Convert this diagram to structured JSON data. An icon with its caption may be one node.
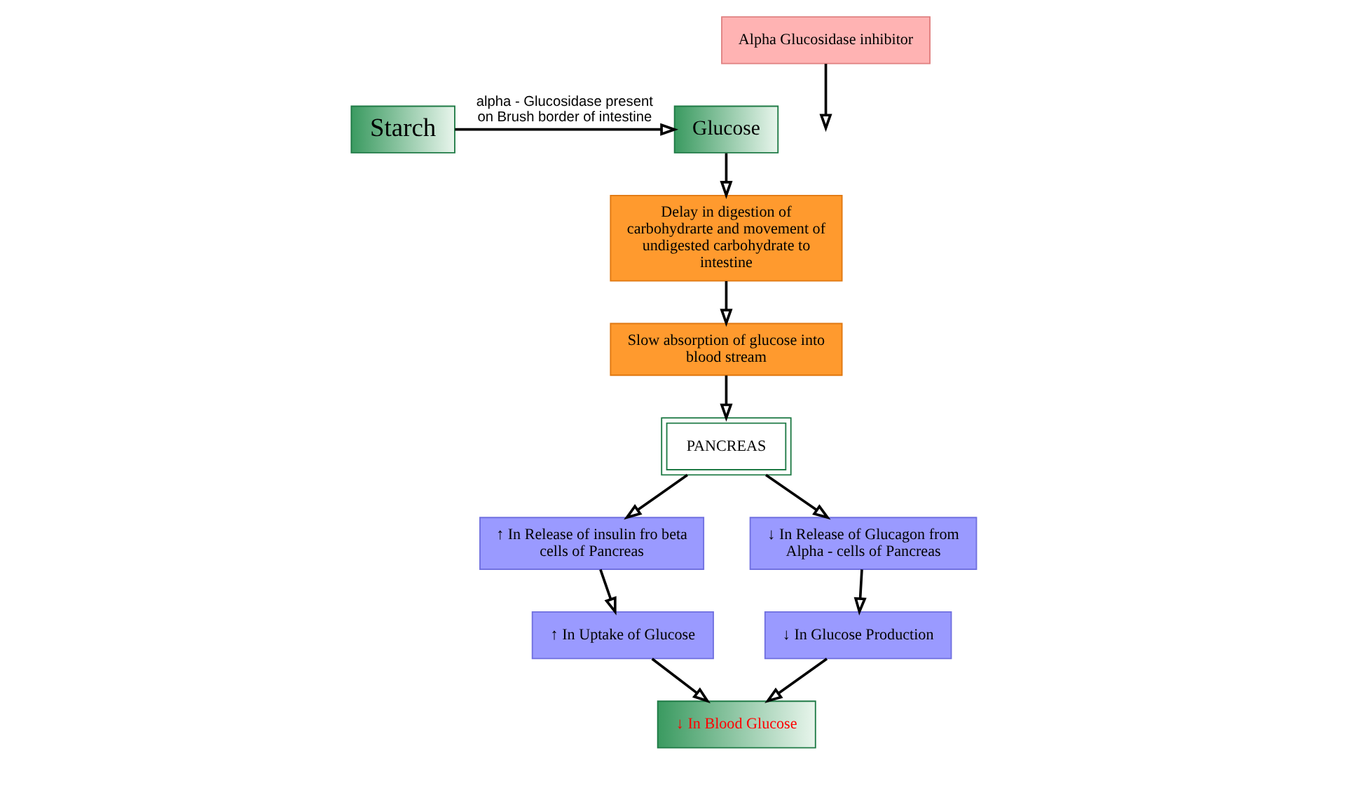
{
  "diagram": {
    "nodes": [
      {
        "text": [
          "Starch"
        ]
      },
      {
        "text": [
          "Glucose"
        ]
      },
      {
        "text": [
          "Alpha Glucosidase inhibitor"
        ]
      },
      {
        "text": [
          "Delay in digestion of carbohydrarte and movement of undigested carbohydrate to intestine"
        ]
      },
      {
        "text": [
          "Slow absorption of glucose into blood stream"
        ]
      },
      {
        "text": [
          "PANCREAS"
        ]
      },
      {
        "text": [
          "↑ In Release of insulin fro beta cells of Pancreas"
        ]
      },
      {
        "text": [
          "↓ In Release of Glucagon from Alpha - cells of Pancreas"
        ]
      },
      {
        "text": [
          "↑ In Uptake of Glucose"
        ]
      },
      {
        "text": [
          "↓ In Glucose Production"
        ]
      },
      {
        "text": [
          "↓ In Blood Glucose"
        ]
      }
    ],
    "edges": [
      {
        "from": 0,
        "to": 1,
        "arrow": "to",
        "label": "alpha - Glucosidase present on Brush border of intestine"
      },
      {
        "from": 2,
        "to": null,
        "arrow": "to"
      },
      {
        "from": 1,
        "to": 3,
        "arrow": "to"
      },
      {
        "from": 3,
        "to": 4,
        "arrow": "to"
      },
      {
        "from": 4,
        "to": 5,
        "arrow": "to"
      },
      {
        "from": 5,
        "to": 6,
        "arrow": "to"
      },
      {
        "from": 5,
        "to": 7,
        "arrow": "to"
      },
      {
        "from": 6,
        "to": 8,
        "arrow": "to"
      },
      {
        "from": 8,
        "to": 10,
        "arrow": "to"
      },
      {
        "from": 7,
        "to": 9,
        "arrow": "to"
      },
      {
        "from": 9,
        "to": 10,
        "arrow": "to"
      }
    ]
  }
}
